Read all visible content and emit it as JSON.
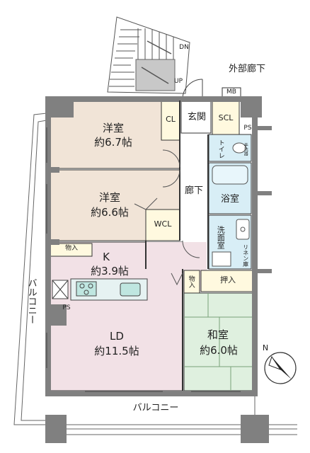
{
  "rooms": {
    "western1": {
      "name": "洋室",
      "size": "約6.7帖"
    },
    "western2": {
      "name": "洋室",
      "size": "約6.6帖"
    },
    "kitchen": {
      "name": "K",
      "size": "約3.9帖"
    },
    "ld": {
      "name": "LD",
      "size": "約11.5帖"
    },
    "japanese": {
      "name": "和室",
      "size": "約6.0帖"
    },
    "bath": {
      "name": "浴室"
    },
    "washroom": {
      "name": "洗面室"
    },
    "hallway": {
      "name": "廊下"
    },
    "entrance": {
      "name": "玄関"
    },
    "toilet": {
      "name": "トイレ"
    }
  },
  "storage": {
    "cl": "CL",
    "scl": "SCL",
    "wcl": "WCL",
    "mb": "MB",
    "ps_top": "PS",
    "ps_kitchen": "PS",
    "closet_w": "物入",
    "closet_j": "物入",
    "oshiire": "押入",
    "linen": "リネン庫",
    "wash_sink": "手洗器"
  },
  "exterior": {
    "outer_corridor": "外部廊下",
    "balcony_left": "バルコニー",
    "balcony_bottom": "バルコニー",
    "stairs_dn": "DN",
    "stairs_up": "UP"
  },
  "compass": {
    "label": "N"
  },
  "colors": {
    "wall": "#808080",
    "western_floor": "#f1e4d7",
    "ld_floor": "#f2e1e6",
    "japanese_floor": "#dff0df",
    "wet_floor": "#d8eef6",
    "storage_floor": "#fff9df",
    "line": "#333333"
  }
}
